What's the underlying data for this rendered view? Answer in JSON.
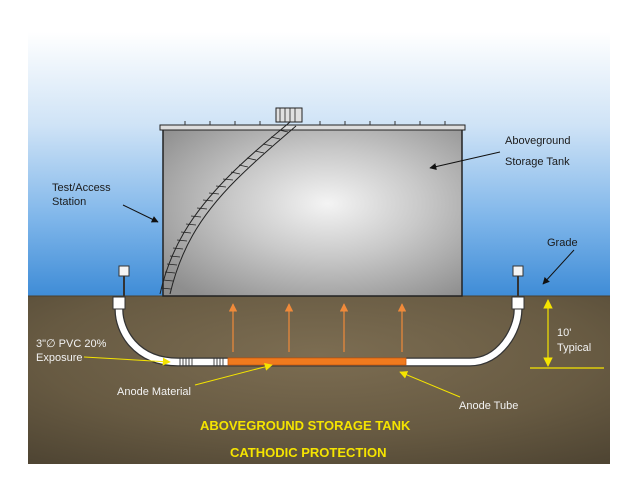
{
  "labels": {
    "tank_line1": "Aboveground",
    "tank_line2": "Storage Tank",
    "test_line1": "Test/Access",
    "test_line2": "Station",
    "grade": "Grade",
    "pvc_line1": "3\"∅ PVC 20%",
    "pvc_line2": "Exposure",
    "depth_line1": "10'",
    "depth_line2": "Typical",
    "anode_material": "Anode Material",
    "anode_tube": "Anode Tube"
  },
  "title": {
    "line1": "ABOVEGROUND STORAGE TANK",
    "line2": "CATHODIC PROTECTION"
  },
  "colors": {
    "sky_top": "#ffffff",
    "sky_bottom": "#3f8fd8",
    "soil": "#6b5d45",
    "tank_body": "#b9b9b9",
    "anode": "#f07a1e",
    "arrow_orange": "#f08a3a",
    "leader_yellow": "#f5e400",
    "title_yellow": "#f5e400"
  }
}
